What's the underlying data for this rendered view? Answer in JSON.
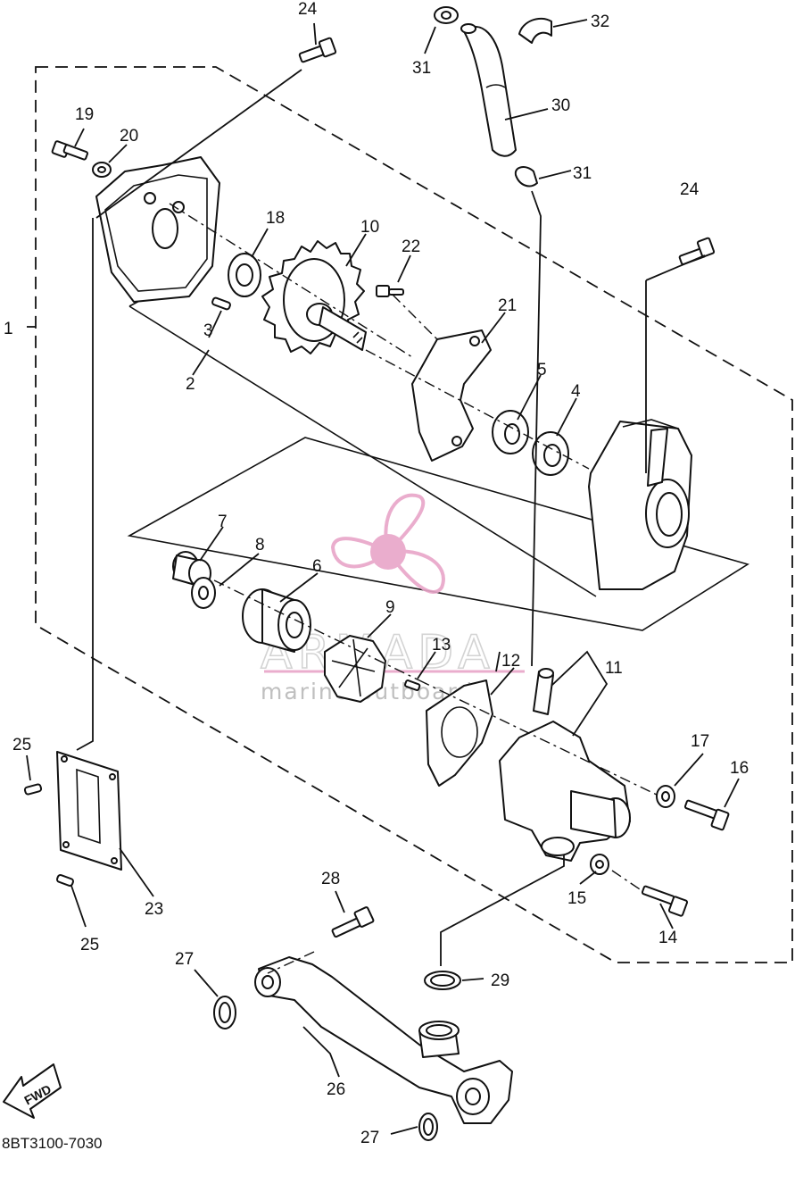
{
  "diagram": {
    "part_code": "8BT3100-7030",
    "direction_arrow": "FWD",
    "callouts": [
      {
        "id": "c1",
        "text": "1"
      },
      {
        "id": "c2",
        "text": "2"
      },
      {
        "id": "c3",
        "text": "3"
      },
      {
        "id": "c4",
        "text": "4"
      },
      {
        "id": "c5",
        "text": "5"
      },
      {
        "id": "c6",
        "text": "6"
      },
      {
        "id": "c7",
        "text": "7"
      },
      {
        "id": "c8",
        "text": "8"
      },
      {
        "id": "c9",
        "text": "9"
      },
      {
        "id": "c10",
        "text": "10"
      },
      {
        "id": "c11",
        "text": "11"
      },
      {
        "id": "c12",
        "text": "12"
      },
      {
        "id": "c13",
        "text": "13"
      },
      {
        "id": "c14",
        "text": "14"
      },
      {
        "id": "c15",
        "text": "15"
      },
      {
        "id": "c16",
        "text": "16"
      },
      {
        "id": "c17",
        "text": "17"
      },
      {
        "id": "c18",
        "text": "18"
      },
      {
        "id": "c19",
        "text": "19"
      },
      {
        "id": "c20",
        "text": "20"
      },
      {
        "id": "c21",
        "text": "21"
      },
      {
        "id": "c22",
        "text": "22"
      },
      {
        "id": "c23",
        "text": "23"
      },
      {
        "id": "c24a",
        "text": "24"
      },
      {
        "id": "c24b",
        "text": "24"
      },
      {
        "id": "c25a",
        "text": "25"
      },
      {
        "id": "c25b",
        "text": "25"
      },
      {
        "id": "c26",
        "text": "26"
      },
      {
        "id": "c27a",
        "text": "27"
      },
      {
        "id": "c27b",
        "text": "27"
      },
      {
        "id": "c28",
        "text": "28"
      },
      {
        "id": "c29",
        "text": "29"
      },
      {
        "id": "c30",
        "text": "30"
      },
      {
        "id": "c31a",
        "text": "31"
      },
      {
        "id": "c31b",
        "text": "31"
      },
      {
        "id": "c32",
        "text": "32"
      }
    ]
  },
  "watermark": {
    "brand": "ARMADA",
    "tagline": "marine outboards",
    "logo_color": "#e8a5c8",
    "logo_icon": "propeller-icon"
  }
}
